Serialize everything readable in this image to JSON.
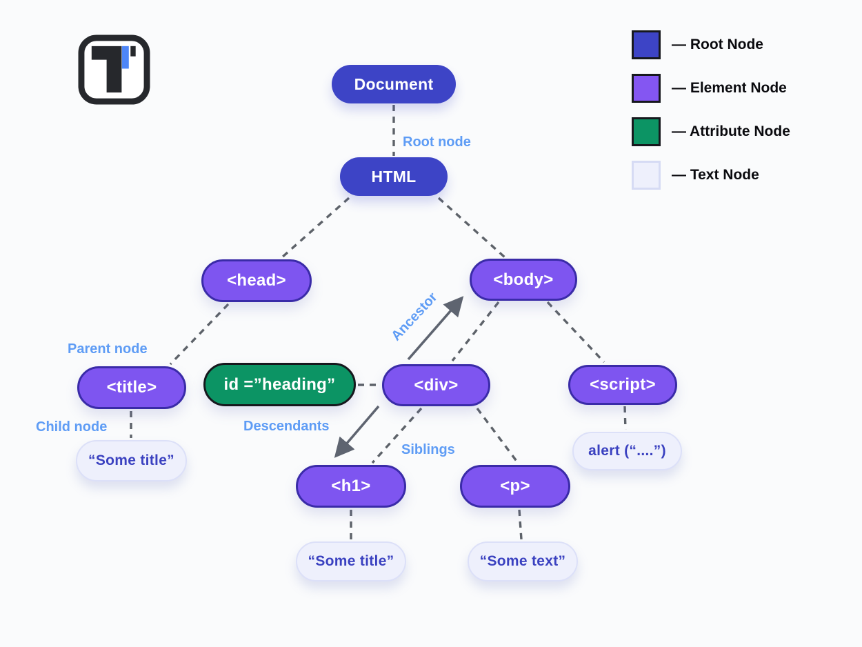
{
  "logo": {
    "name": "T-logo",
    "ink_color": "#26282c",
    "accent_color": "#4e86f7"
  },
  "legend": {
    "items": [
      {
        "label": "— Root Node",
        "color": "#3d44c6"
      },
      {
        "label": "— Element Node",
        "color": "#8456f2"
      },
      {
        "label": "— Attribute Node",
        "color": "#0c9464"
      },
      {
        "label": "— Text Node",
        "color": "#eef0fc"
      }
    ]
  },
  "nodes": {
    "document": {
      "label": "Document",
      "type": "root"
    },
    "html": {
      "label": "HTML",
      "type": "root"
    },
    "head": {
      "label": "<head>",
      "type": "element"
    },
    "body": {
      "label": "<body>",
      "type": "element"
    },
    "title": {
      "label": "<title>",
      "type": "element"
    },
    "attr": {
      "label": "id =”heading”",
      "type": "attribute"
    },
    "div": {
      "label": "<div>",
      "type": "element"
    },
    "script": {
      "label": "<script>",
      "type": "element"
    },
    "h1": {
      "label": "<h1>",
      "type": "element"
    },
    "p": {
      "label": "<p>",
      "type": "element"
    },
    "title_text": {
      "label": "“Some title”",
      "type": "text"
    },
    "alert_text": {
      "label": "alert (“....”)",
      "type": "text"
    },
    "h1_text": {
      "label": "“Some title”",
      "type": "text"
    },
    "p_text": {
      "label": "“Some text”",
      "type": "text"
    }
  },
  "annotations": {
    "root_node": "Root node",
    "parent_node": "Parent node",
    "child_node": "Child node",
    "ancestor": "Ancestor",
    "descendants": "Descendants",
    "siblings": "Siblings",
    "color": "#5e9cf5"
  },
  "colors": {
    "background": "#fafbfc",
    "root_node_fill": "#3d44c6",
    "element_node_fill": "#7e55f0",
    "element_node_border": "#3a2ba8",
    "attribute_node_fill": "#0c9464",
    "text_node_fill": "#eef0fc",
    "text_node_text": "#3a41c0",
    "connector_gray": "#5d6269"
  }
}
